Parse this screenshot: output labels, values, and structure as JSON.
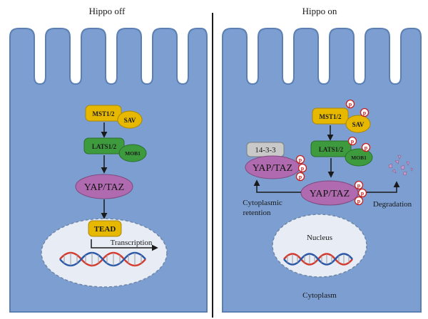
{
  "panels": {
    "left": {
      "title": "Hippo off",
      "labels": {
        "mst": "MST1/2",
        "sav": "SAV",
        "lats": "LATS1/2",
        "mob": "MOB1",
        "yap": "YAP/TAZ",
        "tead": "TEAD",
        "transcription": "Transcription"
      }
    },
    "right": {
      "title": "Hippo on",
      "labels": {
        "mst": "MST1/2",
        "sav": "SAV",
        "lats": "LATS1/2",
        "mob": "MOB1",
        "yap_center": "YAP/TAZ",
        "yap_bound": "YAP/TAZ",
        "protein_1433": "14-3-3",
        "cyto_retention_1": "Cytoplasmic",
        "cyto_retention_2": "retention",
        "degradation": "Degradation",
        "nucleus": "Nucleus",
        "cytoplasm": "Cytoplasm"
      }
    },
    "phospho_mark": "p"
  },
  "colors": {
    "cell_fill": "#7c9ed0",
    "cell_stroke": "#5b7fb3",
    "mst_fill": "#e6b800",
    "lats_fill": "#3d9b3d",
    "yap_fill": "#b06bb0",
    "nucleus_fill": "#e8edf5",
    "dna_red": "#d63b2f",
    "dna_blue": "#2b59a8",
    "phospho_stroke": "#c81e1e"
  }
}
